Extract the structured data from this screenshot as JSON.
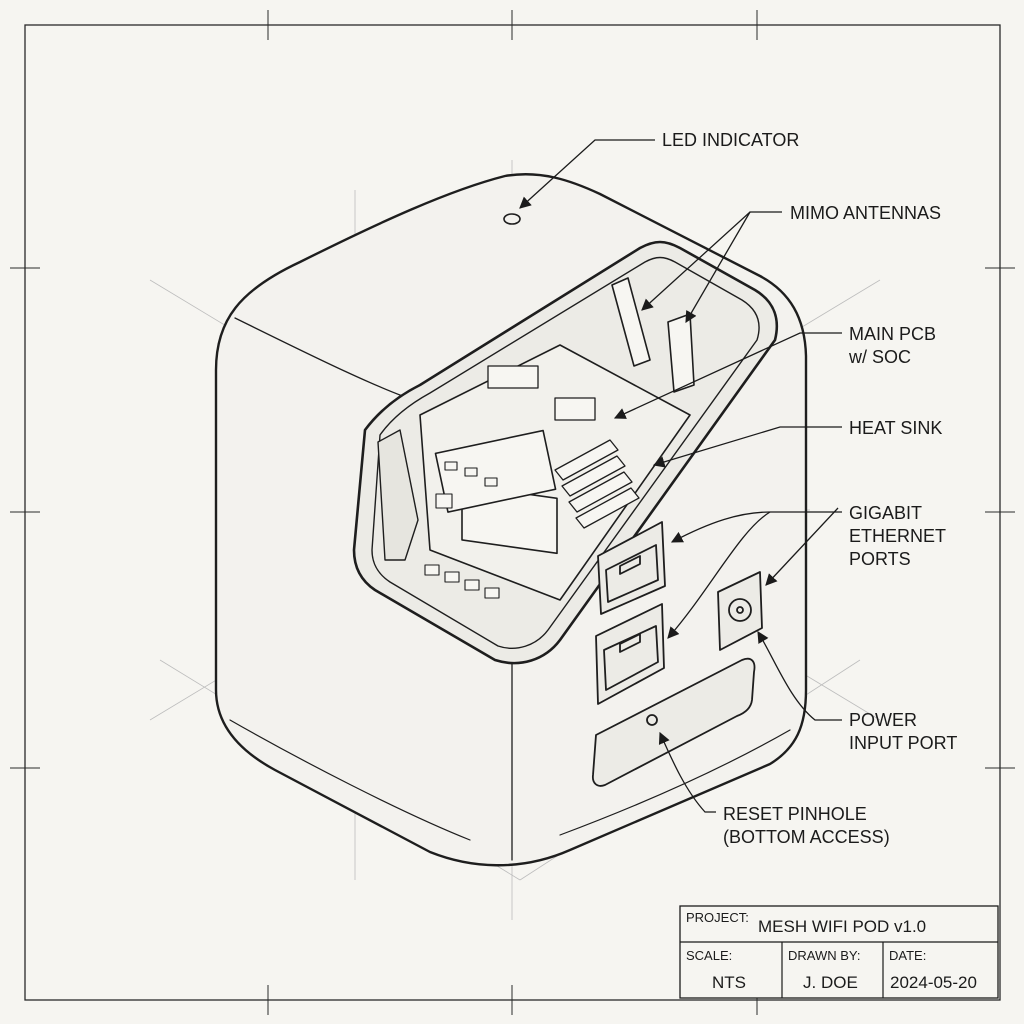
{
  "callouts": {
    "led": "LED INDICATOR",
    "mimo": "MIMO ANTENNAS",
    "pcb_line1": "MAIN PCB",
    "pcb_line2": "w/ SOC",
    "heatsink": "HEAT SINK",
    "eth_line1": "GIGABIT",
    "eth_line2": "ETHERNET",
    "eth_line3": "PORTS",
    "power_line1": "POWER",
    "power_line2": "INPUT PORT",
    "reset_line1": "RESET PINHOLE",
    "reset_line2": "(BOTTOM ACCESS)"
  },
  "title_block": {
    "project_label": "PROJECT:",
    "project_value": "MESH WIFI POD v1.0",
    "scale_label": "SCALE:",
    "scale_value": "NTS",
    "drawn_label": "DRAWN BY:",
    "drawn_value": "J. DOE",
    "date_label": "DATE:",
    "date_value": "2024-05-20"
  },
  "colors": {
    "paper": "#f6f5f1",
    "ink": "#1b1b1b",
    "construction": "#b9b9b9"
  }
}
